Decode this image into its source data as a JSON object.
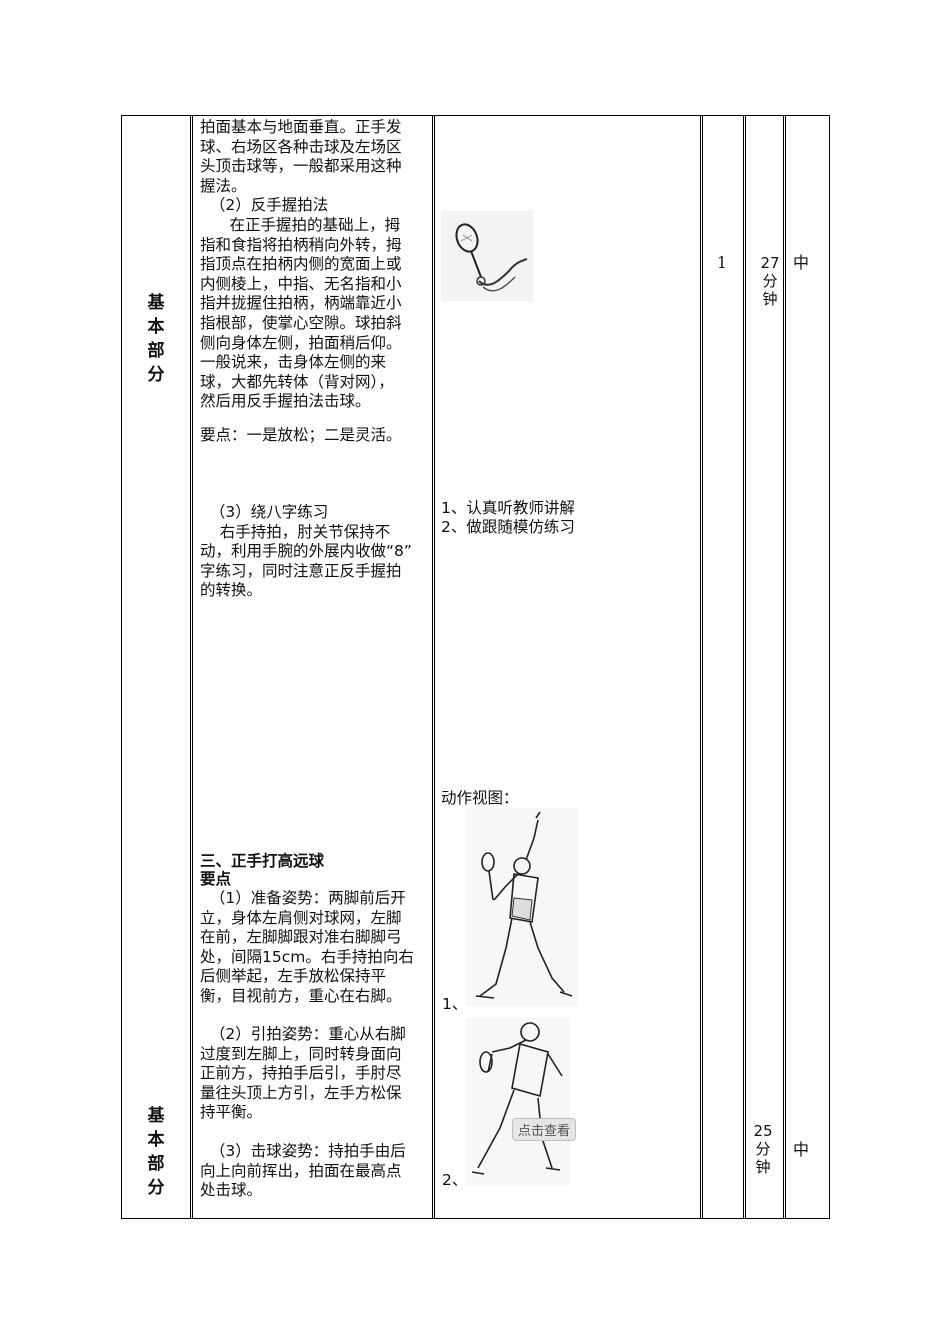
{
  "section_label": "基本部分",
  "col2_block1": [
    "拍面基本与地面垂直。正手发",
    "球、右场区各种击球及左场区",
    "头顶击球等，一般都采用这种",
    "握法。",
    "  （2）反手握拍法",
    "      在正手握拍的基础上，拇",
    "指和食指将拍柄稍向外转，拇",
    "指顶点在拍柄内侧的宽面上或",
    "内侧棱上，中指、无名指和小",
    "指并拢握住拍柄，柄端靠近小",
    "指根部，使掌心空隙。球拍斜",
    "侧向身体左侧，拍面稍后仰。",
    "一般说来，击身体左侧的来",
    "球，大都先转体（背对网），",
    "然后用反手握拍法击球。"
  ],
  "key_points": "要点：一是放松；二是灵活。",
  "col2_block2": [
    "  （3）绕八字练习",
    "    右手持拍，肘关节保持不",
    "动，利用手腕的外展内收做“8”",
    "字练习，同时注意正反手握拍",
    "的转换。"
  ],
  "section3_title": "三、正手打高远球",
  "section3_subtitle": "要点",
  "col2_block3": [
    "  （1）准备姿势：两脚前后开",
    "立，身体左肩侧对球网，左脚",
    "在前，左脚脚跟对准右脚脚弓",
    "处，间隔15cm。右手持拍向右",
    "后侧举起，左手放松保持平",
    "衡，目视前方，重心在右脚。"
  ],
  "col2_block4": [
    "  （2）引拍姿势：重心从右脚",
    "过度到左脚上，同时转身面向",
    "正前方，持拍手后引，手肘尽",
    "量往头顶上方引，左手方松保",
    "持平衡。"
  ],
  "col2_block5": [
    "  （3）击球姿势：持拍手由后",
    "向上向前挥出，拍面在最高点",
    "处击球。"
  ],
  "student_activity": [
    "1、认真听教师讲解",
    "2、做跟随模仿练习"
  ],
  "action_view_label": "动作视图：",
  "fig1_label": "1、",
  "fig2_label": "2、",
  "view_tip": "点击查看",
  "count_value": "1",
  "time_a": [
    "27",
    "分",
    "钟"
  ],
  "time_b": [
    "25",
    "分",
    "钟"
  ],
  "intensity_a": "中",
  "intensity_b": "中",
  "colors": {
    "border": "#000000",
    "text": "#111111"
  }
}
